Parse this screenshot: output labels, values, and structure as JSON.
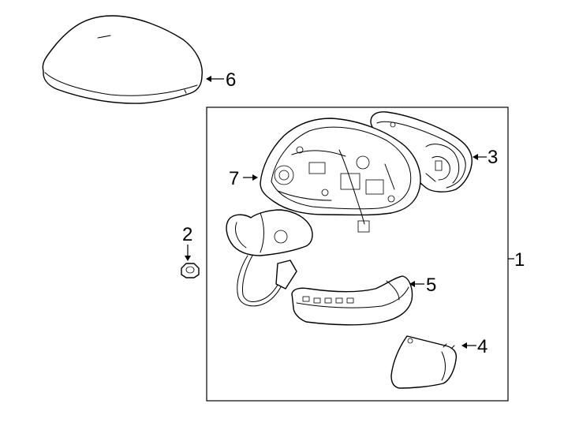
{
  "callouts": {
    "c1": "1",
    "c2": "2",
    "c3": "3",
    "c4": "4",
    "c5": "5",
    "c6": "6",
    "c7": "7"
  },
  "parts": [
    {
      "callout": "1",
      "icon": "mirror-assembly-frame"
    },
    {
      "callout": "2",
      "icon": "nut-icon"
    },
    {
      "callout": "3",
      "icon": "mirror-glass-icon"
    },
    {
      "callout": "4",
      "icon": "lower-cover-icon"
    },
    {
      "callout": "5",
      "icon": "turn-signal-lamp-icon"
    },
    {
      "callout": "6",
      "icon": "mirror-cover-cap-icon"
    },
    {
      "callout": "7",
      "icon": "mirror-housing-icon"
    }
  ]
}
